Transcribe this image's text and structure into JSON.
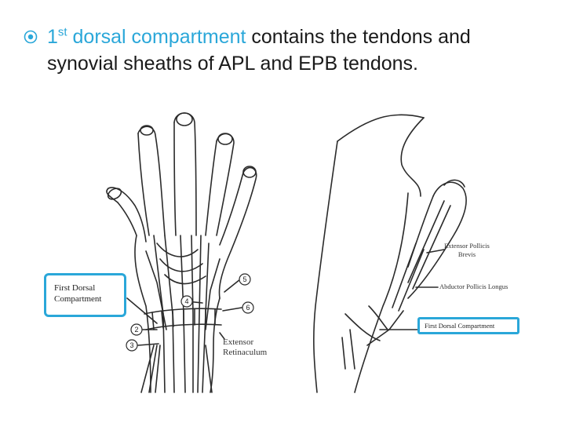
{
  "heading": {
    "accent_main": "1",
    "accent_sup": "st",
    "accent_rest": " dorsal compartment",
    "line1_rest": " contains the tendons and",
    "line2": "synovial sheaths of APL and EPB tendons."
  },
  "left_figure": {
    "callout": [
      "First Dorsal",
      "Compartment"
    ],
    "markers": [
      "2",
      "3",
      "4",
      "5",
      "6"
    ],
    "retinaculum_label": [
      "Extensor",
      "Retinaculum"
    ]
  },
  "right_figure": {
    "epb_label": [
      "Extensor Pollicis",
      "Brevis"
    ],
    "apl_label": "Abductor Pollicis Longus",
    "callout": "First Dorsal Compartment"
  },
  "colors": {
    "accent": "#2aa7d9",
    "text": "#1a1a1a",
    "line": "#2b2b2b"
  }
}
